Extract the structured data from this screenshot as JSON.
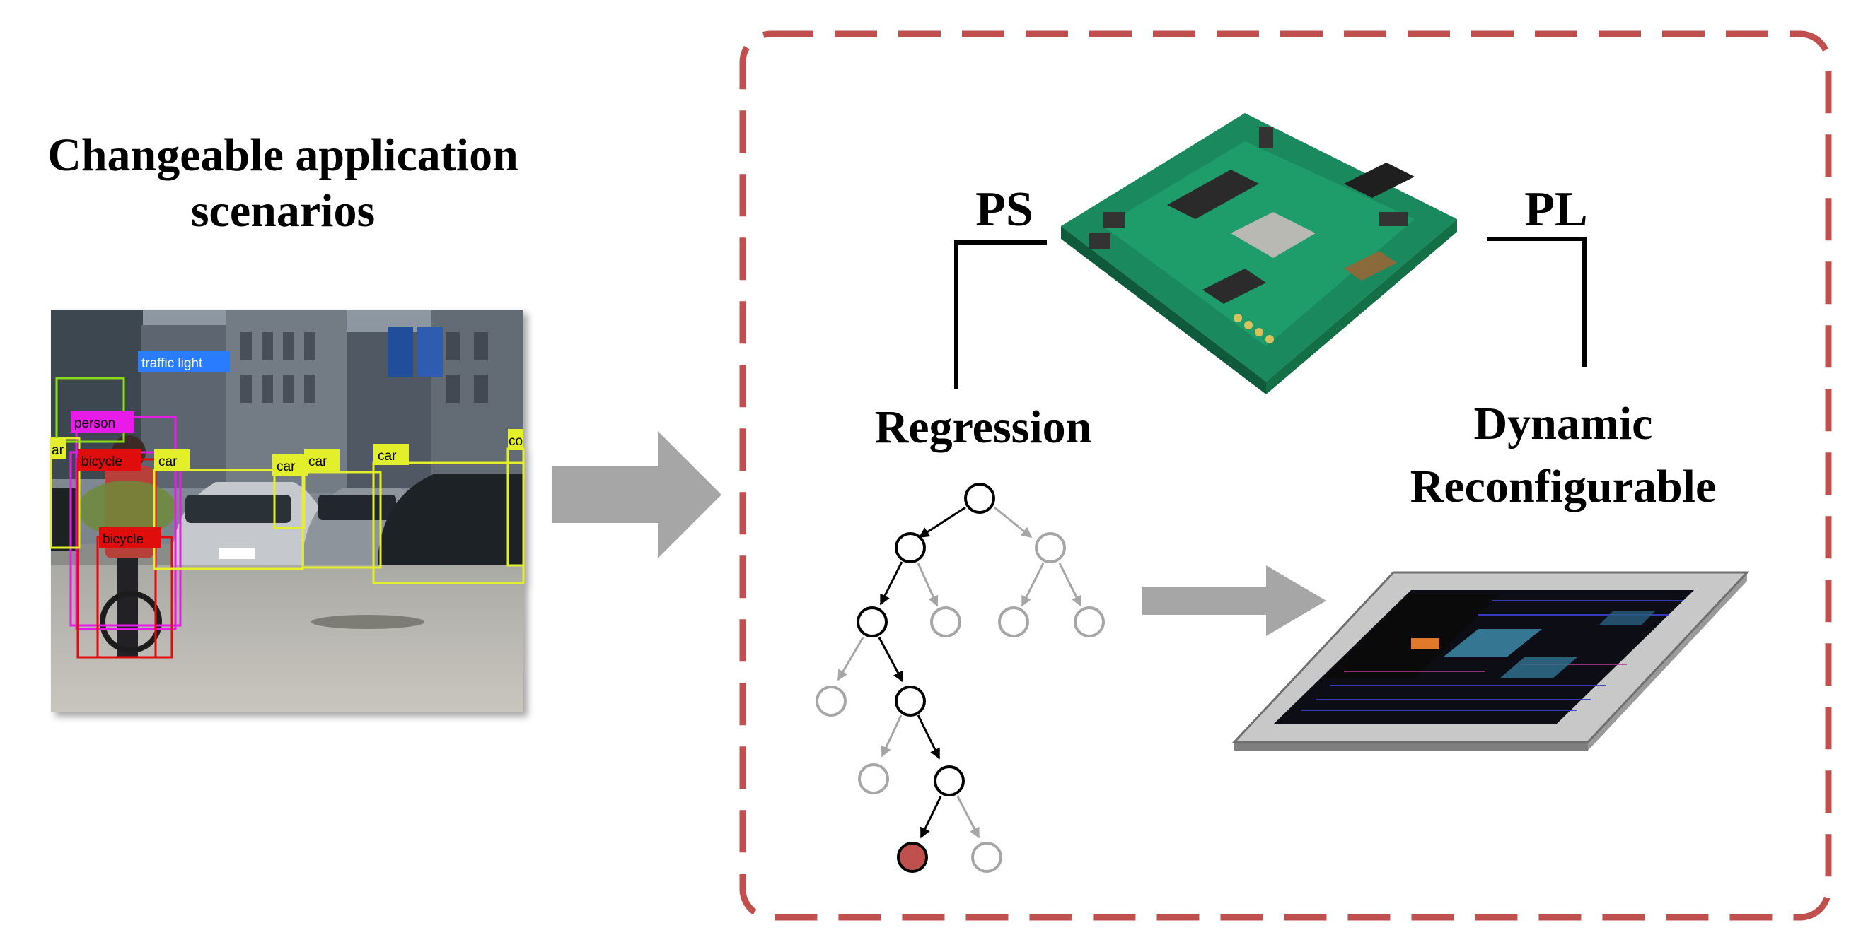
{
  "diagram": {
    "title_lines": [
      "Changeable application",
      "scenarios"
    ],
    "ps_label": "PS",
    "pl_label": "PL",
    "regression_label": "Regression",
    "dynamic_lines": [
      "Dynamic",
      "Reconfigurable"
    ],
    "detections": [
      {
        "label": "traffic light",
        "color": "#2b7bff",
        "text_color": "#ffffff"
      },
      {
        "label": "person",
        "color": "#e81fe8",
        "text_color": "#000000"
      },
      {
        "label": "bicycle",
        "color": "#e01010",
        "text_color": "#000000"
      },
      {
        "label": "bicycle",
        "color": "#e01010",
        "text_color": "#000000"
      },
      {
        "label": "car",
        "color": "#e2ef2a",
        "text_color": "#000000"
      },
      {
        "label": "car",
        "color": "#e2ef2a",
        "text_color": "#000000"
      },
      {
        "label": "car",
        "color": "#e2ef2a",
        "text_color": "#000000"
      },
      {
        "label": "car",
        "color": "#e2ef2a",
        "text_color": "#000000"
      },
      {
        "label": "co",
        "color": "#e2ef2a",
        "text_color": "#000000"
      },
      {
        "label": "ar",
        "color": "#e2ef2a",
        "text_color": "#000000"
      }
    ],
    "colors": {
      "dashed_border": "#c0504d",
      "arrow": "#a6a6a6",
      "tree_active": "#000000",
      "tree_inactive": "#a6a6a6",
      "tree_leaf_fill": "#c0504d",
      "pcb_green": "#1f9e6e"
    },
    "icons": [
      "street-detection-photo",
      "fpga-board-photo",
      "fpga-chip-layout"
    ]
  }
}
